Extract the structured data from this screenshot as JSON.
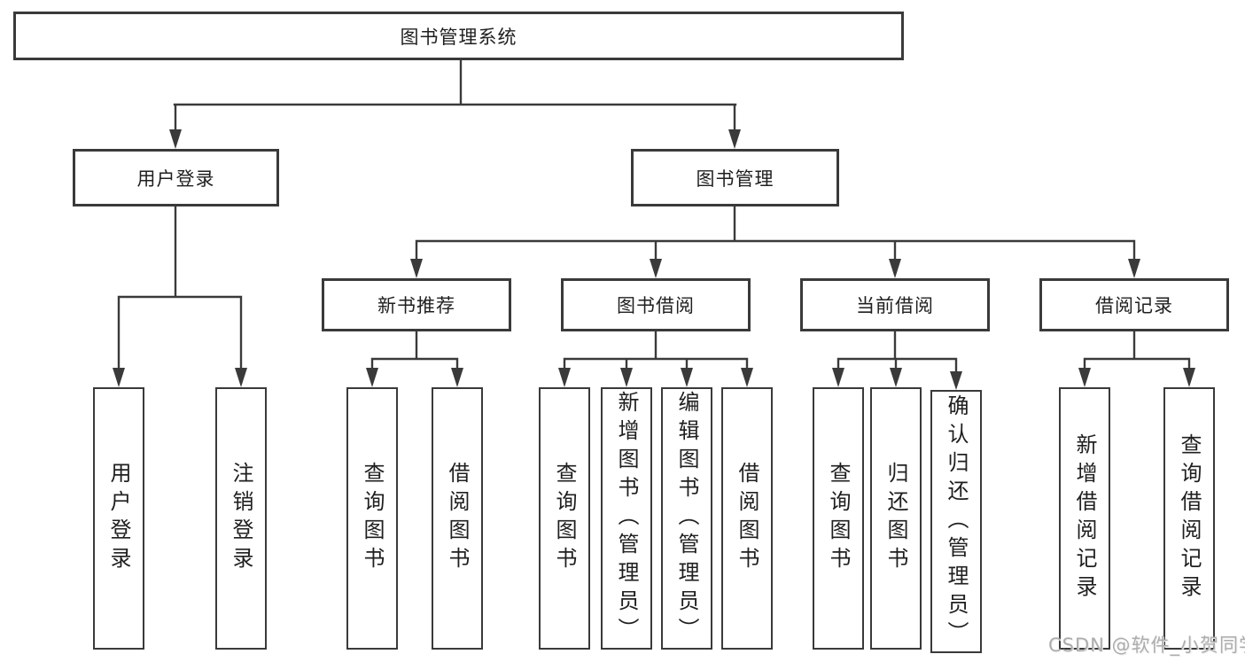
{
  "diagram": {
    "type": "tree",
    "root": {
      "label": "图书管理系统",
      "children": [
        {
          "label": "用户登录",
          "children": [
            {
              "label": "用户登录"
            },
            {
              "label": "注销登录"
            }
          ]
        },
        {
          "label": "图书管理",
          "children": [
            {
              "label": "新书推荐",
              "children": [
                {
                  "label": "查询图书"
                },
                {
                  "label": "借阅图书"
                }
              ]
            },
            {
              "label": "图书借阅",
              "children": [
                {
                  "label": "查询图书"
                },
                {
                  "label": "新增图书（管理员）"
                },
                {
                  "label": "编辑图书（管理员）"
                },
                {
                  "label": "借阅图书"
                }
              ]
            },
            {
              "label": "当前借阅",
              "children": [
                {
                  "label": "查询图书"
                },
                {
                  "label": "归还图书"
                },
                {
                  "label": "确认归还（管理员）"
                }
              ]
            },
            {
              "label": "借阅记录",
              "children": [
                {
                  "label": "新增借阅记录"
                },
                {
                  "label": "查询借阅记录"
                }
              ]
            }
          ]
        }
      ]
    }
  },
  "watermark": {
    "text": "CSDN @软件_小贺同学"
  },
  "colors": {
    "line": "#3a3a3a",
    "text": "#1f1f1f",
    "box_background": "#ffffff",
    "watermark": "#adadad",
    "background": "#ffffff"
  }
}
